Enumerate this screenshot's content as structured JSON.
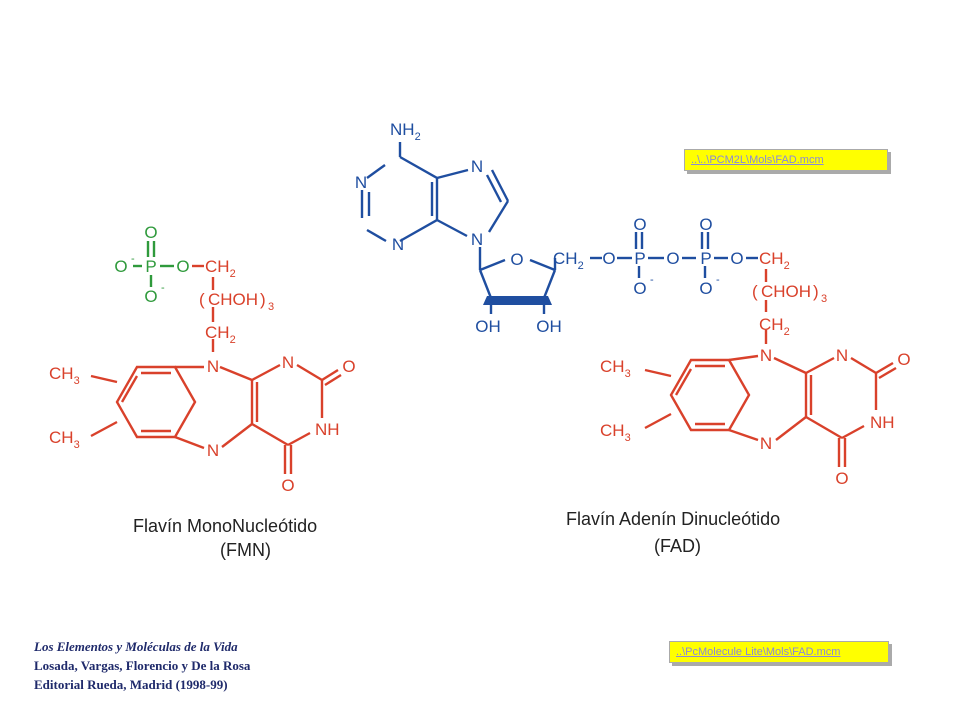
{
  "atoms": {
    "nh2_n": "NH",
    "nh2_sub": "2",
    "n": "N",
    "o": "O",
    "p": "P",
    "ch": "CH",
    "ch2_sub": "2",
    "chohR": "CHOH",
    "paren_open": "(",
    "paren_close": ")",
    "sub3": "3",
    "oh": "OH",
    "nh": "NH",
    "minus": "-"
  },
  "captions": {
    "fmn_name": "Flavín MonoNucleótido",
    "fmn_abbr": "(FMN)",
    "fad_name": "Flavín Adenín Dinucleótido",
    "fad_abbr": "(FAD)"
  },
  "links": {
    "top": "..\\..\\PCM2L\\Mols\\FAD.mcm",
    "bottom": "..\\PcMolecule Lite\\Mols\\FAD.mcm"
  },
  "reference": {
    "line1": "Los Elementos y Moléculas de la Vida",
    "line2": "Losada, Vargas, Florencio y De la Rosa",
    "line3": "Editorial Rueda, Madrid (1998-99)"
  },
  "colors": {
    "flavin": "#d9412b",
    "phosphate": "#2f9a3c",
    "adenosine": "#1f4ea0",
    "link_bg": "#ffff00"
  }
}
